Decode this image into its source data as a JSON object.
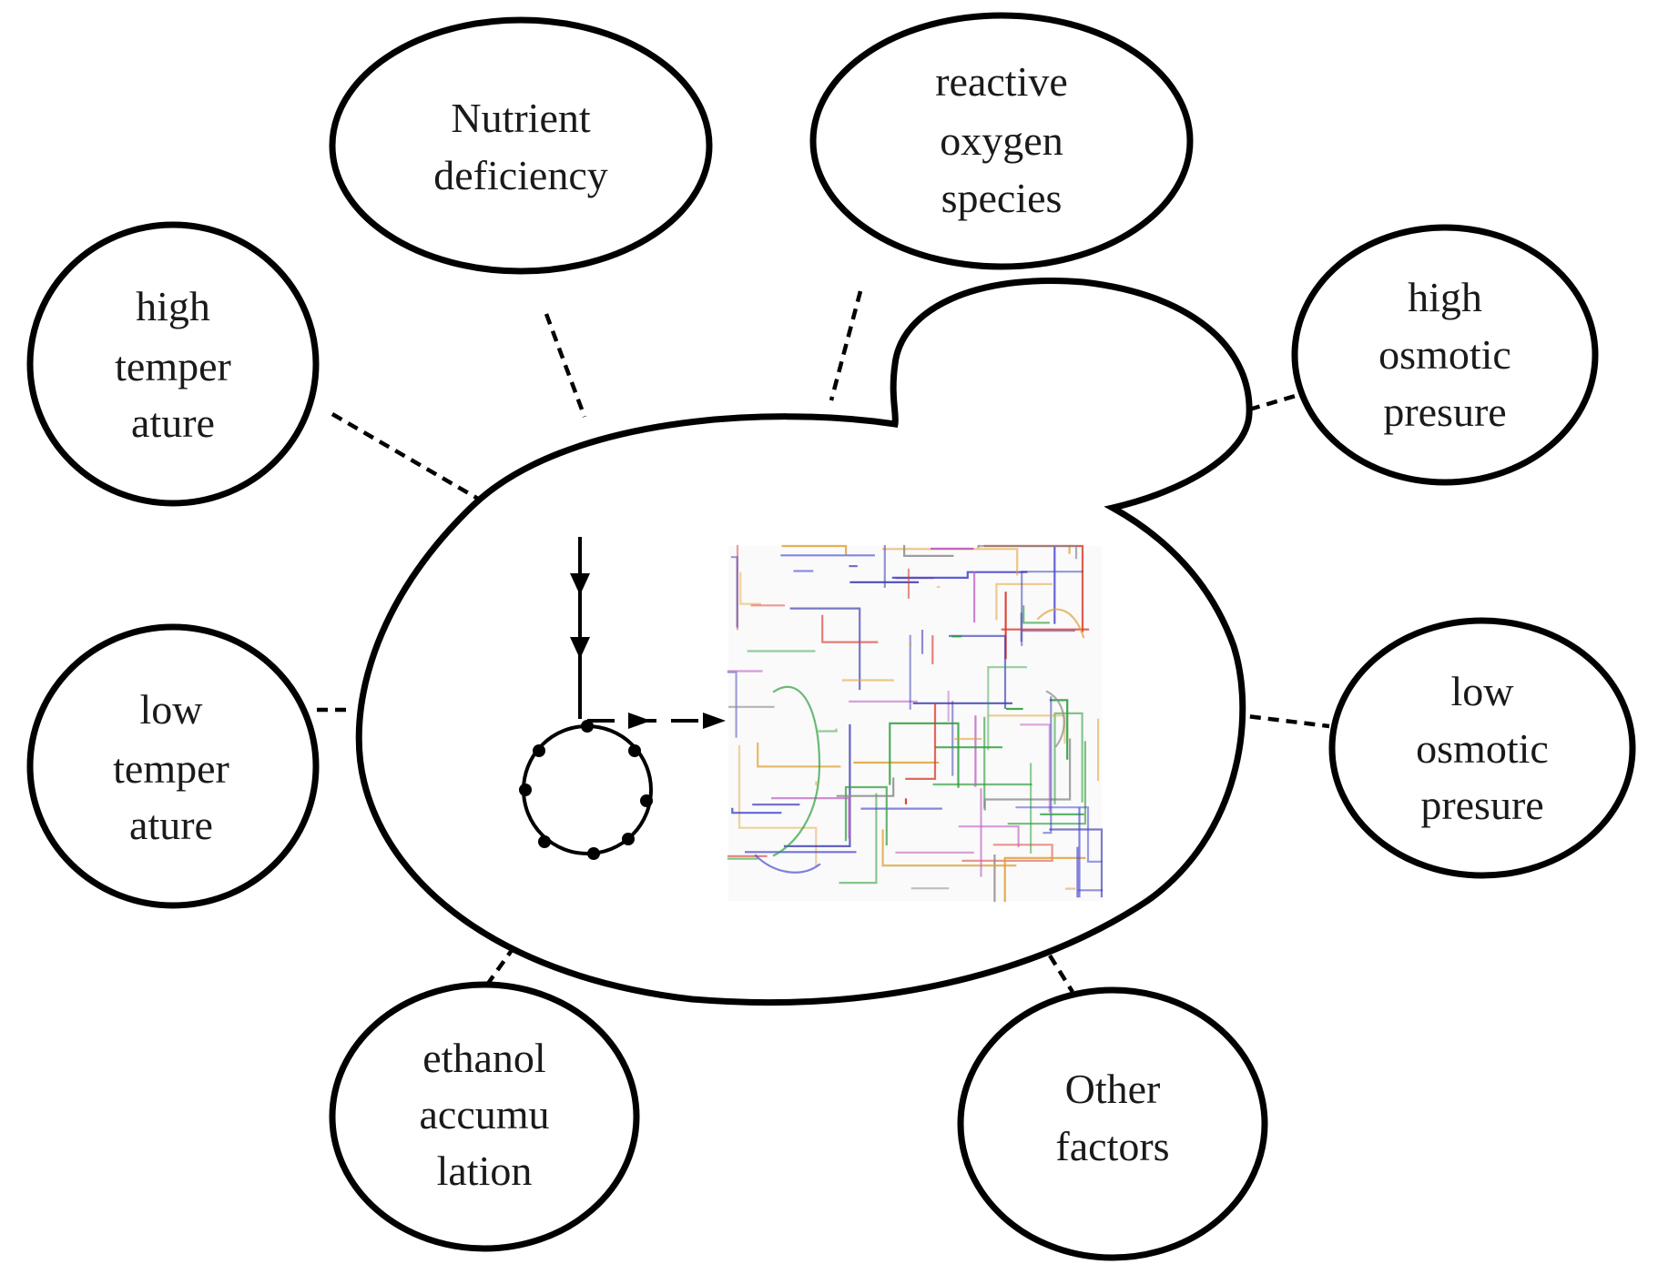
{
  "factors": [
    {
      "id": "nutrient-deficiency",
      "lines": [
        "Nutrient",
        "deficiency"
      ]
    },
    {
      "id": "reactive-oxygen-species",
      "lines": [
        "reactive",
        "oxygen",
        "species"
      ]
    },
    {
      "id": "high-temperature",
      "lines": [
        "high",
        "temper",
        "ature"
      ]
    },
    {
      "id": "high-osmotic-pressure",
      "lines": [
        "high",
        "osmotic",
        "presure"
      ]
    },
    {
      "id": "low-temperature",
      "lines": [
        "low",
        "temper",
        "ature"
      ]
    },
    {
      "id": "low-osmotic-pressure",
      "lines": [
        "low",
        "osmotic",
        "presure"
      ]
    },
    {
      "id": "ethanol-accumulation",
      "lines": [
        "ethanol",
        "accumu",
        "lation"
      ]
    },
    {
      "id": "other-factors",
      "lines": [
        "Other",
        "factors"
      ]
    }
  ],
  "colors": {
    "outline": "#000000",
    "text": "#1a1a1a",
    "network": [
      "#3a3ab0",
      "#d93a2b",
      "#2e9e3a",
      "#e0a030",
      "#4a4ad0",
      "#8a8a8a",
      "#c060c0"
    ]
  }
}
